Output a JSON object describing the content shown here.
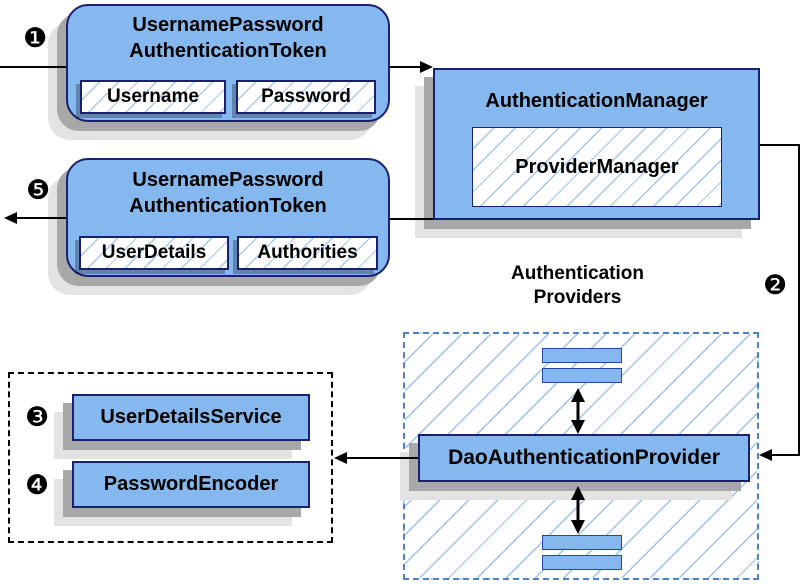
{
  "markers": {
    "step1": "❶",
    "step2": "❷",
    "step3": "❸",
    "step4": "❹",
    "step5": "❺"
  },
  "nodes": {
    "request_token": {
      "title1": "UsernamePassword",
      "title2": "AuthenticationToken",
      "fields": [
        "Username",
        "Password"
      ]
    },
    "authentication_manager": {
      "title": "AuthenticationManager",
      "inner": "ProviderManager"
    },
    "result_token": {
      "title1": "UsernamePassword",
      "title2": "AuthenticationToken",
      "fields": [
        "UserDetails",
        "Authorities"
      ]
    },
    "providers_group": {
      "title1": "Authentication",
      "title2": "Providers",
      "provider": "DaoAuthenticationProvider"
    },
    "services_group": {
      "items": [
        "UserDetailsService",
        "PasswordEncoder"
      ]
    }
  },
  "colors": {
    "node_fill": "#85b8ee",
    "node_border": "#1a1f70",
    "hatch_line": "#a9c9ef",
    "container_hatch_line": "#9dc2ec",
    "blue_dash_border": "#4b82c8",
    "mini_rect_border": "#2446ad",
    "shadow_dark": "#a8a8a8",
    "shadow_light": "#e3e3e3",
    "connector": "#000000"
  }
}
